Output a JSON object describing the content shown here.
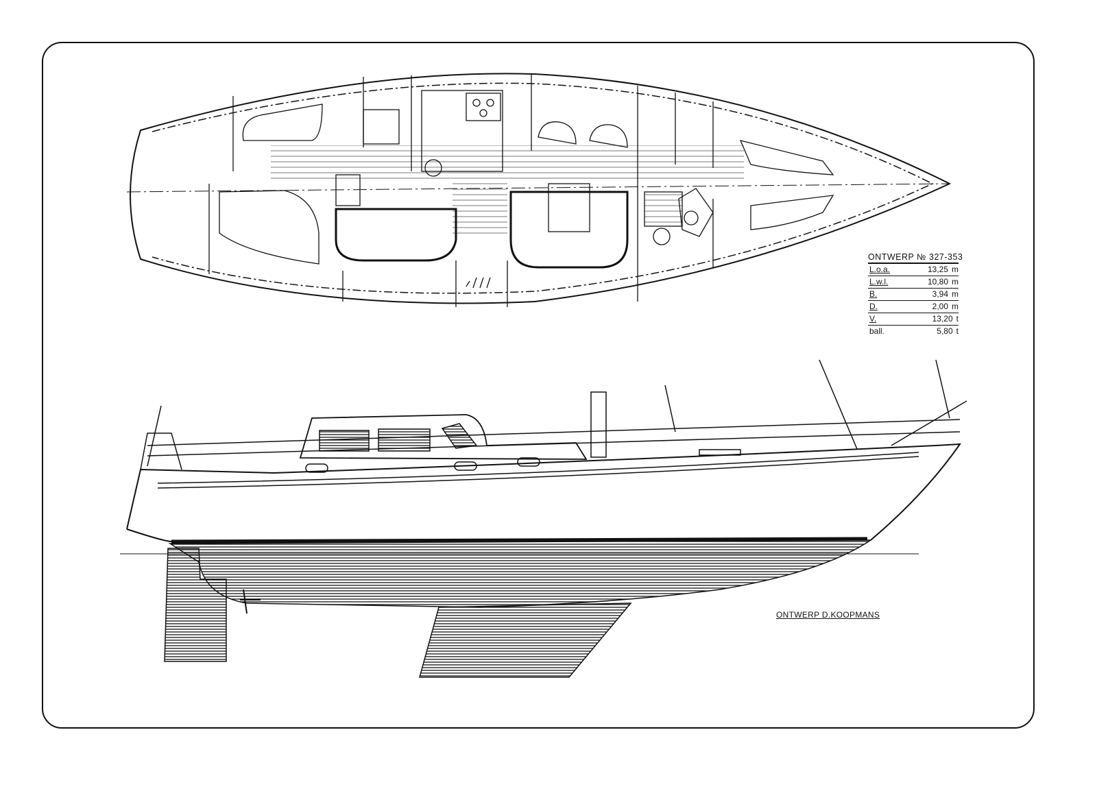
{
  "specs": {
    "title": "ONTWERP № 327-353",
    "rows": [
      {
        "label": "L.o.a.",
        "value": "13,25",
        "unit": "m"
      },
      {
        "label": "L.w.l.",
        "value": "10,80",
        "unit": "m"
      },
      {
        "label": "B.",
        "value": "3,94",
        "unit": "m"
      },
      {
        "label": "D.",
        "value": "2,00",
        "unit": "m"
      },
      {
        "label": "V.",
        "value": "13,20",
        "unit": "t"
      },
      {
        "label": "ball.",
        "value": "5,80",
        "unit": "t"
      }
    ]
  },
  "designer": "ONTWERP D.KOOPMANS"
}
